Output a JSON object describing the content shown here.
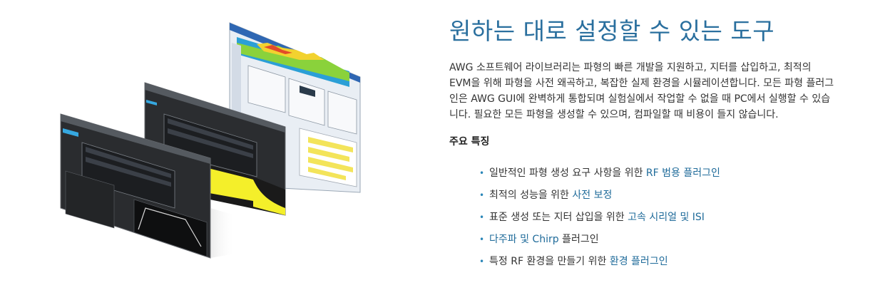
{
  "section": {
    "title": "원하는 대로 설정할 수 있는 도구",
    "description": "AWG 소프트웨어 라이브러리는 파형의 빠른 개발을 지원하고, 지터를 삽입하고, 최적의 EVM을 위해 파형을 사전 왜곡하고, 복잡한 실제 환경을 시뮬레이션합니다. 모든 파형 플러그 인은 AWG GUI에 완벽하게 통합되며 실험실에서 작업할 수 없을 때 PC에서 실행할 수 있습니다. 필요한 모든 파형을 생성할 수 있으며, 컴파일할 때 비용이 들지 않습니다.",
    "features_heading": "주요 특징",
    "features": [
      {
        "prefix": "일반적인 파형 생성 요구 사항을 위한 ",
        "link": "RF 범용 플러그인"
      },
      {
        "prefix": "최적의 성능을 위한 ",
        "link": "사전 보정"
      },
      {
        "prefix": "표준 생성 또는 지터 삽입을 위한 ",
        "link": "고속 시리얼 및 ISI"
      },
      {
        "prefix": "",
        "link": "다주파 및 Chirp",
        "suffix": " 플러그인"
      },
      {
        "prefix": "특정 RF 환경을 만들기 위한 ",
        "link": "환경 플러그인"
      }
    ]
  },
  "colors": {
    "title": "#2a6f9e",
    "link": "#1f6b9a",
    "bullet": "#2a86b8",
    "waveform_yellow": "#f4ef2a"
  }
}
